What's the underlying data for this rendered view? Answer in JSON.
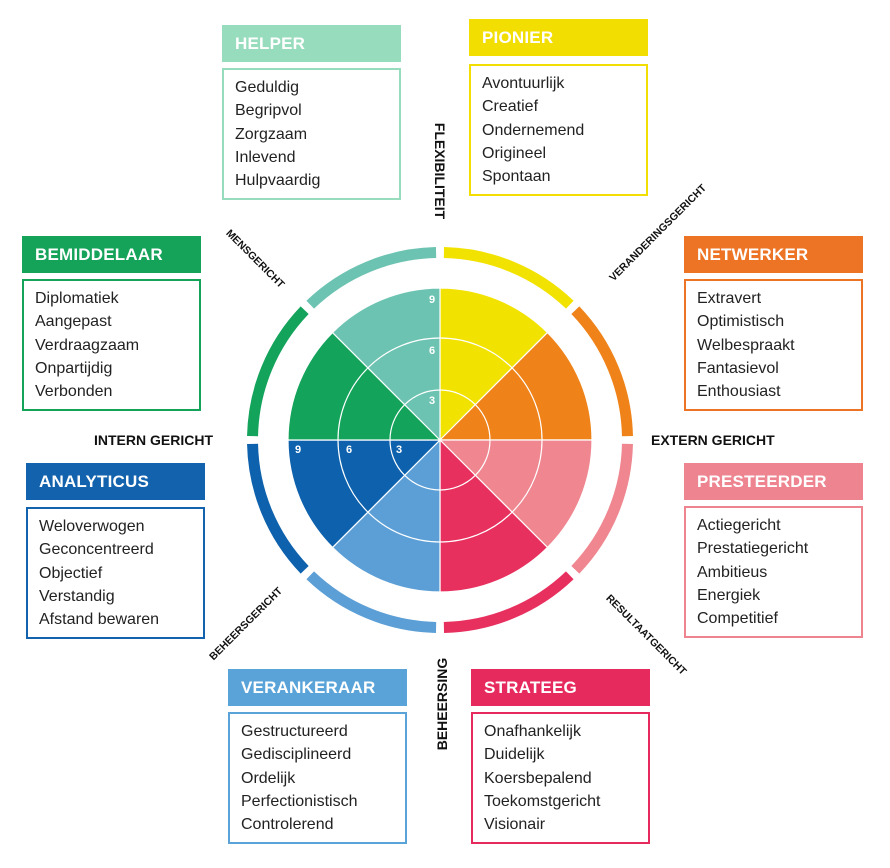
{
  "roles": [
    {
      "key": "helper",
      "title": "HELPER",
      "color": "#97dcbc",
      "traits": [
        "Geduldig",
        "Begripvol",
        "Zorgzaam",
        "Inlevend",
        "Hulpvaardig"
      ]
    },
    {
      "key": "pionier",
      "title": "PIONIER",
      "color": "#f2de00",
      "traits": [
        "Avontuurlijk",
        "Creatief",
        "Ondernemend",
        "Origineel",
        "Spontaan"
      ]
    },
    {
      "key": "netwerker",
      "title": "NETWERKER",
      "color": "#ed7424",
      "traits": [
        "Extravert",
        "Optimistisch",
        "Welbespraakt",
        "Fantasievol",
        "Enthousiast"
      ]
    },
    {
      "key": "presteerder",
      "title": "PRESTEERDER",
      "color": "#ee8490",
      "traits": [
        "Actiegericht",
        "Prestatiegericht",
        "Ambitieus",
        "Energiek",
        "Competitief"
      ]
    },
    {
      "key": "strateeg",
      "title": "STRATEEG",
      "color": "#e72a5e",
      "traits": [
        "Onafhankelijk",
        "Duidelijk",
        "Koersbepalend",
        "Toekomstgericht",
        "Visionair"
      ]
    },
    {
      "key": "verankeraar",
      "title": "VERANKERAAR",
      "color": "#5aa3d8",
      "traits": [
        "Gestructureerd",
        "Gedisciplineerd",
        "Ordelijk",
        "Perfectionistisch",
        "Controlerend"
      ]
    },
    {
      "key": "analyticus",
      "title": "ANALYTICUS",
      "color": "#1262ae",
      "traits": [
        "Weloverwogen",
        "Geconcentreerd",
        "Objectief",
        "Verstandig",
        "Afstand bewaren"
      ]
    },
    {
      "key": "bemiddelaar",
      "title": "BEMIDDELAAR",
      "color": "#15a35a",
      "traits": [
        "Diplomatiek",
        "Aangepast",
        "Verdraagzaam",
        "Onpartijdig",
        "Verbonden"
      ]
    }
  ],
  "axes": {
    "top": "FLEXIBILITEIT",
    "bottom": "BEHEERSING",
    "left": "INTERN GERICHT",
    "right": "EXTERN GERICHT"
  },
  "diagonals": {
    "top_left": "MENSGERICHT",
    "top_right": "VERANDERINGSGERICHT",
    "bottom_right": "RESULTAATGERICHT",
    "bottom_left": "BEHEERSGERICHT"
  },
  "wheel": {
    "sectors": [
      {
        "role": "pionier",
        "color": "#f2e200"
      },
      {
        "role": "netwerker",
        "color": "#ef8218"
      },
      {
        "role": "presteerder",
        "color": "#ef8690"
      },
      {
        "role": "strateeg",
        "color": "#e8305f"
      },
      {
        "role": "verankeraar",
        "color": "#5b9fd6"
      },
      {
        "role": "analyticus",
        "color": "#0e62ad"
      },
      {
        "role": "bemiddelaar",
        "color": "#13a35b"
      },
      {
        "role": "helper",
        "color": "#6cc3b2"
      }
    ],
    "ring_colors": [
      "#f2e200",
      "#ef8218",
      "#ef8690",
      "#e8305f",
      "#5b9fd6",
      "#0e62ad",
      "#13a35b",
      "#6cc3b2"
    ],
    "scale_labels": [
      "9",
      "6",
      "3"
    ]
  }
}
